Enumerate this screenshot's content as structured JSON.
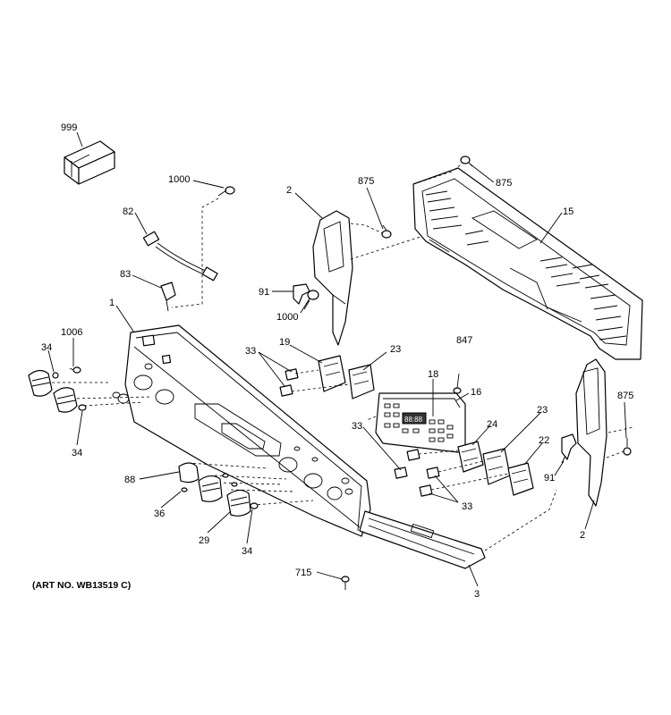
{
  "art_number": "(ART NO. WB13519 C)",
  "callouts": [
    {
      "id": "c999",
      "text": "999"
    },
    {
      "id": "c1000a",
      "text": "1000"
    },
    {
      "id": "c82",
      "text": "82"
    },
    {
      "id": "c83",
      "text": "83"
    },
    {
      "id": "c1",
      "text": "1"
    },
    {
      "id": "c1006",
      "text": "1006"
    },
    {
      "id": "c34a",
      "text": "34"
    },
    {
      "id": "c34b",
      "text": "34"
    },
    {
      "id": "c2a",
      "text": "2"
    },
    {
      "id": "c875a",
      "text": "875"
    },
    {
      "id": "c875b",
      "text": "875"
    },
    {
      "id": "c15",
      "text": "15"
    },
    {
      "id": "c91a",
      "text": "91"
    },
    {
      "id": "c1000b",
      "text": "1000"
    },
    {
      "id": "c33a",
      "text": "33"
    },
    {
      "id": "c19",
      "text": "19"
    },
    {
      "id": "c23a",
      "text": "23"
    },
    {
      "id": "c847",
      "text": "847"
    },
    {
      "id": "c18",
      "text": "18"
    },
    {
      "id": "c16",
      "text": "16"
    },
    {
      "id": "c33b",
      "text": "33"
    },
    {
      "id": "c24",
      "text": "24"
    },
    {
      "id": "c23b",
      "text": "23"
    },
    {
      "id": "c22",
      "text": "22"
    },
    {
      "id": "c91b",
      "text": "91"
    },
    {
      "id": "c875c",
      "text": "875"
    },
    {
      "id": "c2b",
      "text": "2"
    },
    {
      "id": "c88",
      "text": "88"
    },
    {
      "id": "c36",
      "text": "36"
    },
    {
      "id": "c29",
      "text": "29"
    },
    {
      "id": "c34c",
      "text": "34"
    },
    {
      "id": "c33c",
      "text": "33"
    },
    {
      "id": "c715",
      "text": "715"
    },
    {
      "id": "c3",
      "text": "3"
    }
  ],
  "display_readout": "88:88"
}
